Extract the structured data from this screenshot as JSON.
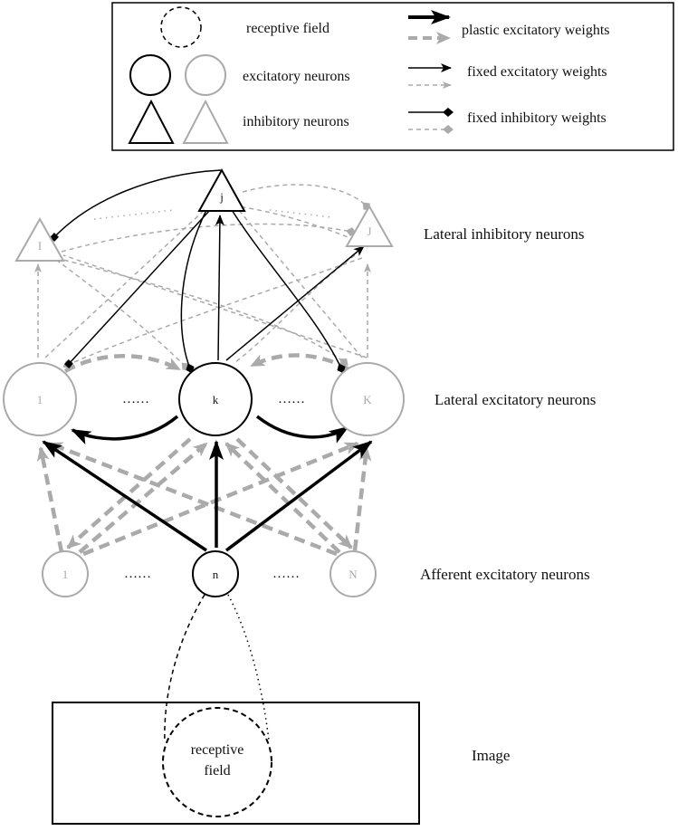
{
  "legend": {
    "receptive_field": "receptive field",
    "excitatory_neurons": "excitatory neurons",
    "inhibitory_neurons": "inhibitory neurons",
    "plastic_excitatory_weights": "plastic excitatory weights",
    "fixed_excitatory_weights": "fixed excitatory weights",
    "fixed_inhibitory_weights": "fixed inhibitory weights"
  },
  "layers": {
    "lateral_inhibitory": "Lateral inhibitory neurons",
    "lateral_excitatory": "Lateral excitatory neurons",
    "afferent_excitatory": "Afferent excitatory neurons",
    "image": "Image"
  },
  "nodes": {
    "inhibitory_left": "I",
    "inhibitory_center": "j",
    "inhibitory_right": "J",
    "excitatory_left": "1",
    "excitatory_center": "k",
    "excitatory_right": "K",
    "afferent_left": "1",
    "afferent_center": "n",
    "afferent_right": "N"
  },
  "ellipsis": "……",
  "receptive_field_label": {
    "line1": "receptive",
    "line2": "field"
  },
  "colors": {
    "active": "#000000",
    "inactive": "#aaaaaa"
  }
}
